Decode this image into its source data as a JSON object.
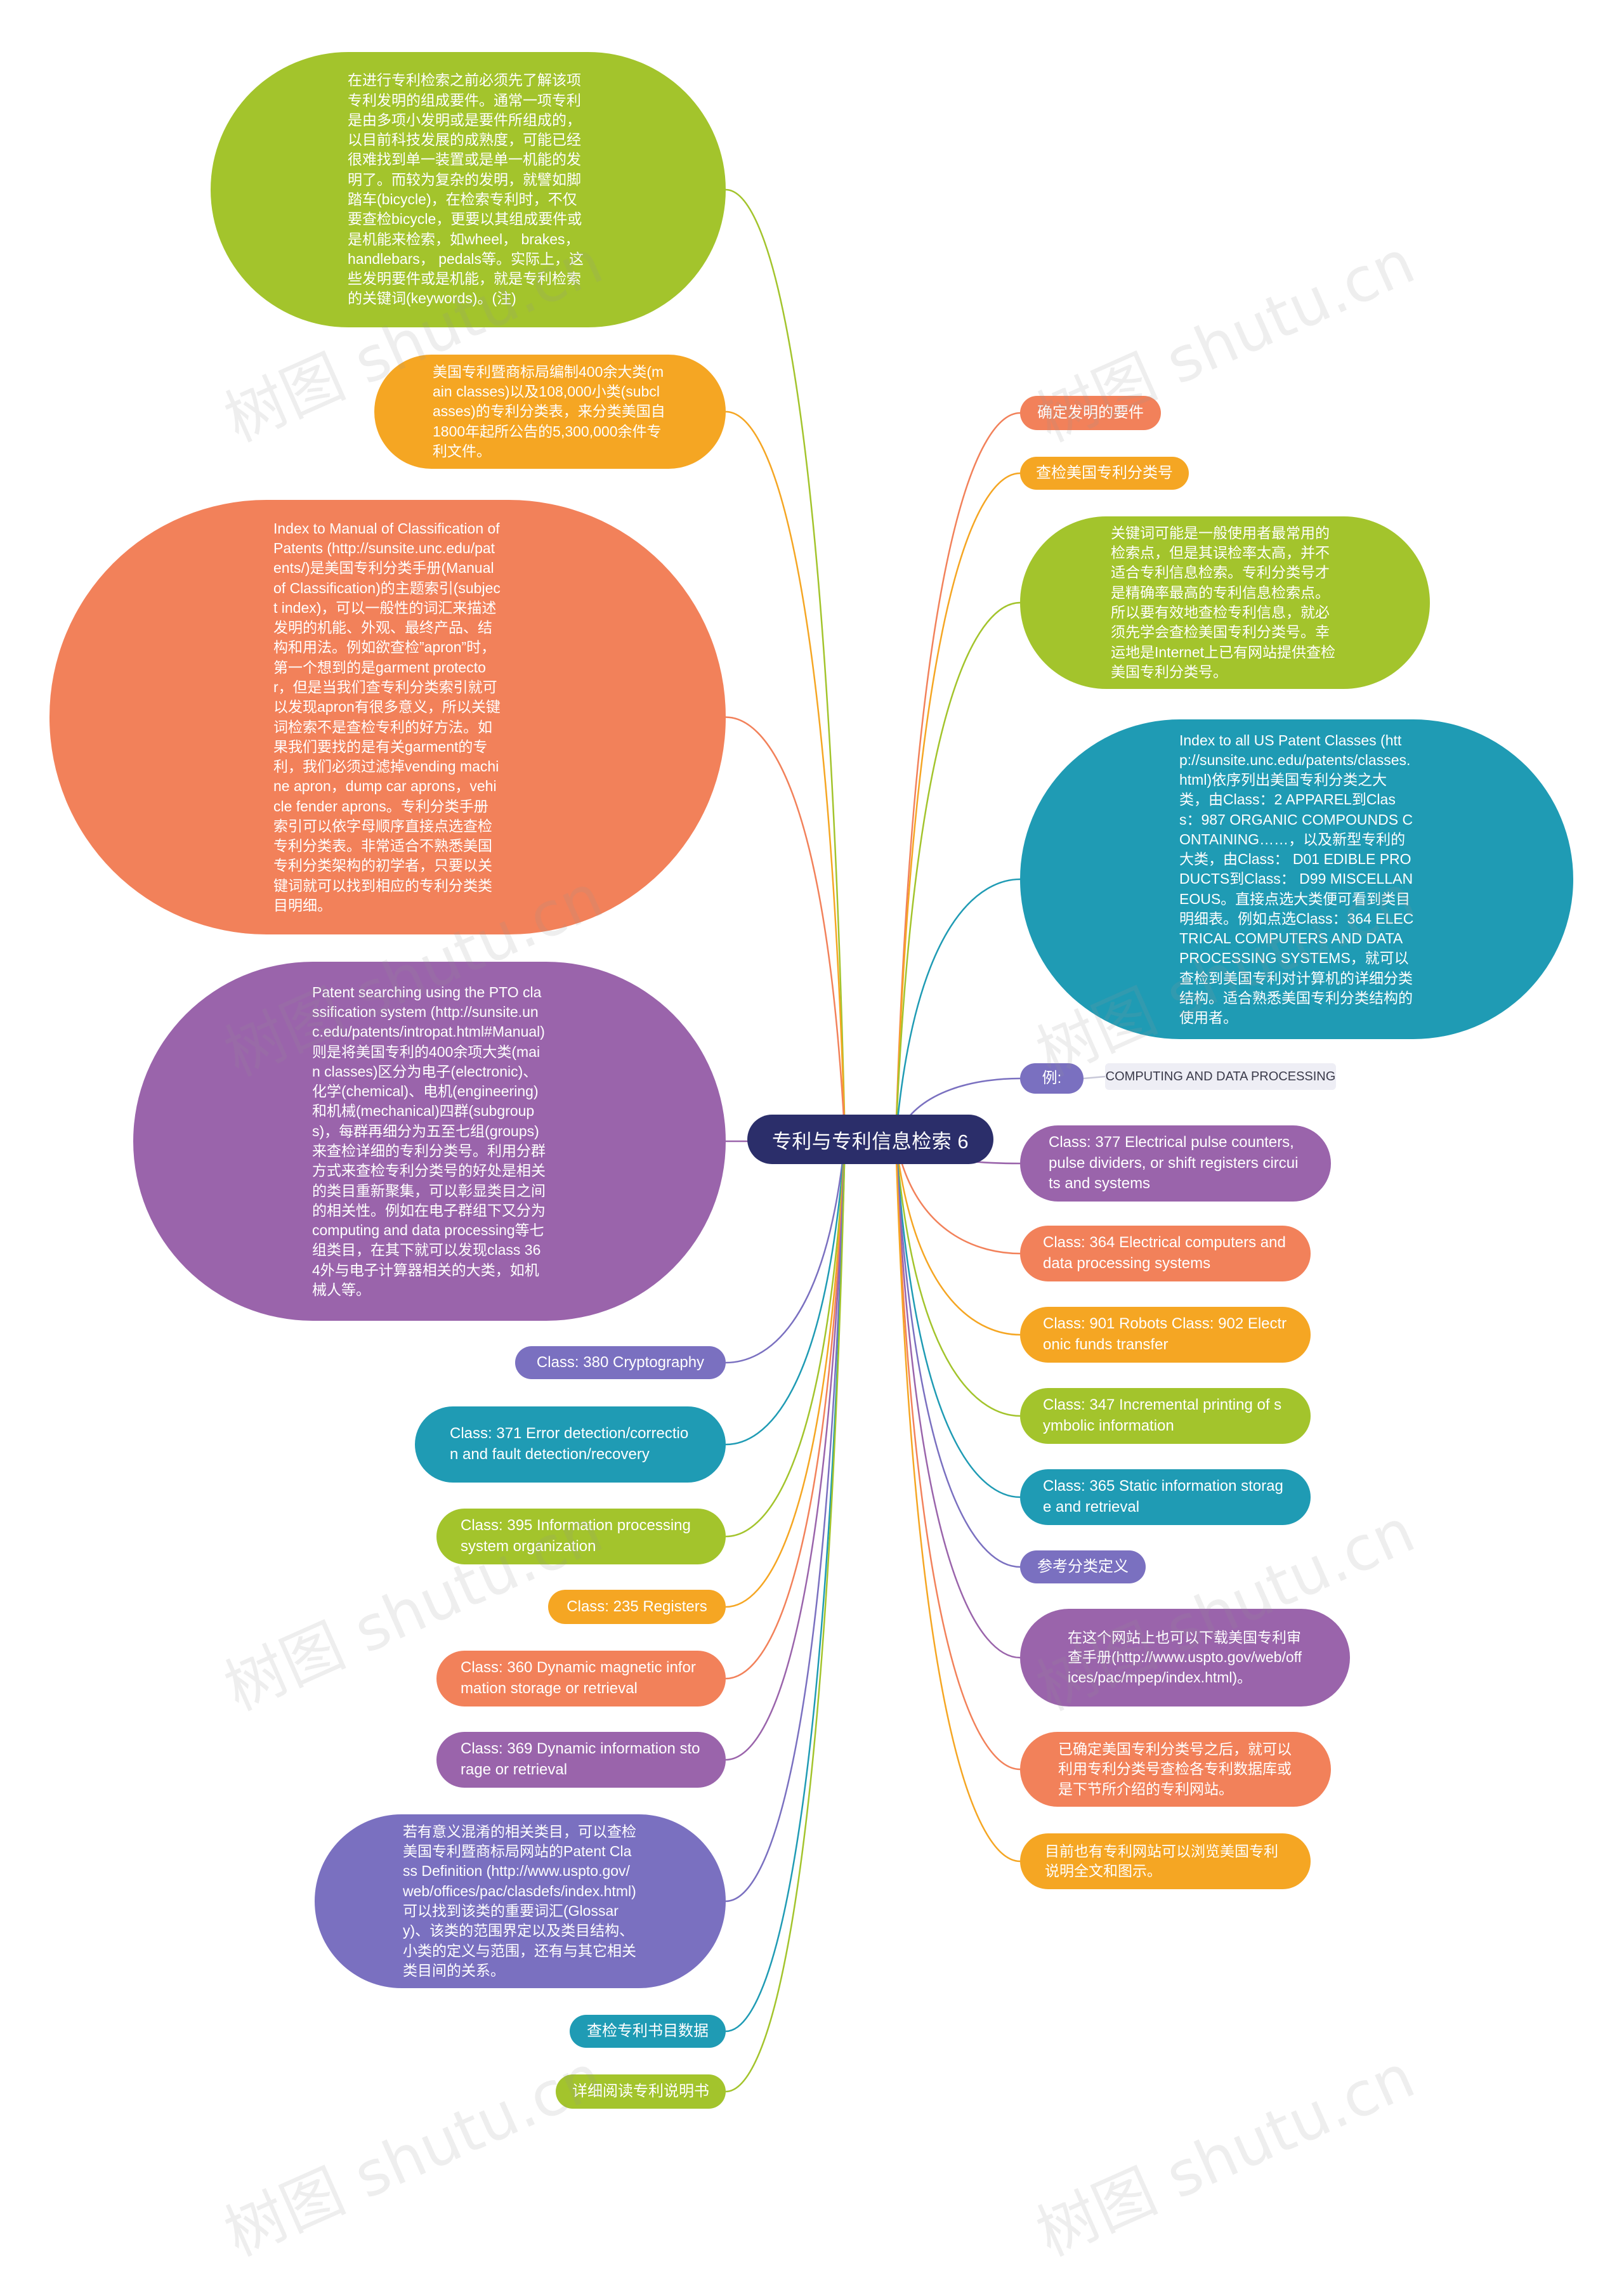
{
  "root": {
    "label": "专利与专利信息检索 6"
  },
  "colors": {
    "lime": "#a3c42c",
    "orange": "#f5a623",
    "coral": "#f2815a",
    "purple": "#9a64ab",
    "teal": "#1f9bb4",
    "violet": "#7a70c0",
    "root": "#2b2e6a"
  },
  "left_nodes": [
    {
      "text": "在进行专利检索之前必须先了解该项专利发明的组成要件。通常一项专利是由多项小发明或是要件所组成的，以目前科技发展的成熟度，可能已经很难找到单一装置或是单一机能的发明了。而较为复杂的发明，就譬如脚踏车(bicycle)，在检索专利时，不仅要查检bicycle，更要以其组成要件或是机能来检索，如wheel， brakes， handlebars， pedals等。实际上，这些发明要件或是机能，就是专利检索的关键词(keywords)。(注)",
      "color": "lime"
    },
    {
      "text": "美国专利暨商标局编制400余大类(main classes)以及108,000小类(subclasses)的专利分类表，来分类美国自1800年起所公告的5,300,000余件专利文件。",
      "color": "orange"
    },
    {
      "text": "Index to Manual of Classification of Patents (http://sunsite.unc.edu/patents/)是美国专利分类手册(Manual of Classification)的主题索引(subject index)，可以一般性的词汇来描述发明的机能、外观、最终产品、结构和用法。例如欲查检”apron”时，第一个想到的是garment protector，但是当我们查专利分类索引就可以发现apron有很多意义，所以关键词检索不是查检专利的好方法。如果我们要找的是有关garment的专利，我们必须过滤掉vending machine apron，dump car aprons，vehicle fender aprons。专利分类手册索引可以依字母顺序直接点选查检专利分类表。非常适合不熟悉美国专利分类架构的初学者，只要以关键词就可以找到相应的专利分类类目明细。",
      "color": "coral"
    },
    {
      "text": "Patent searching using the PTO classification system (http://sunsite.unc.edu/patents/intropat.html#Manual)则是将美国专利的400余项大类(main classes)区分为电子(electronic)、化学(chemical)、电机(engineering)和机械(mechanical)四群(subgroups)，每群再细分为五至七组(groups)来查检详细的专利分类号。利用分群方式来查检专利分类号的好处是相关的类目重新聚集，可以彰显类目之间的相关性。例如在电子群组下又分为computing and data processing等七组类目，在其下就可以发现class 364外与电子计算器相关的大类，如机械人等。",
      "color": "purple"
    },
    {
      "text": "Class: 380 Cryptography",
      "color": "violet"
    },
    {
      "text": "Class: 371 Error detection/correction and fault detection/recovery",
      "color": "teal"
    },
    {
      "text": "Class: 395 Information processing system organization",
      "color": "lime"
    },
    {
      "text": "Class: 235 Registers",
      "color": "orange"
    },
    {
      "text": "Class: 360 Dynamic magnetic information storage or retrieval",
      "color": "coral"
    },
    {
      "text": "Class: 369 Dynamic information storage or retrieval",
      "color": "purple"
    },
    {
      "text": "若有意义混淆的相关类目，可以查检美国专利暨商标局网站的Patent Class Definition (http://www.uspto.gov/web/offices/pac/clasdefs/index.html)可以找到该类的重要词汇(Glossary)、该类的范围界定以及类目结构、小类的定义与范围，还有与其它相关类目间的关系。",
      "color": "violet"
    },
    {
      "text": "查检专利书目数据",
      "color": "teal"
    },
    {
      "text": "详细阅读专利说明书",
      "color": "lime"
    }
  ],
  "right_nodes": [
    {
      "text": "确定发明的要件",
      "color": "coral"
    },
    {
      "text": "查检美国专利分类号",
      "color": "orange"
    },
    {
      "text": "关键词可能是一般使用者最常用的检索点，但是其误检率太高，并不适合专利信息检索。专利分类号才是精确率最高的专利信息检索点。所以要有效地查检专利信息，就必须先学会查检美国专利分类号。幸运地是Internet上已有网站提供查检美国专利分类号。",
      "color": "lime"
    },
    {
      "text": "Index to all US Patent Classes (http://sunsite.unc.edu/patents/classes.html)依序列出美国专利分类之大类，由Class：2 APPAREL到Class：987 ORGANIC COMPOUNDS CONTAINING……，以及新型专利的大类，由Class： D01 EDIBLE PRODUCTS到Class： D99 MISCELLANEOUS。直接点选大类便可看到类目明细表。例如点选Class：364 ELECTRICAL COMPUTERS AND DATA PROCESSING SYSTEMS，就可以查检到美国专利对计算机的详细分类结构。适合熟悉美国专利分类结构的使用者。",
      "color": "teal"
    },
    {
      "text": "例:",
      "color": "violet",
      "child": "COMPUTING AND DATA PROCESSING"
    },
    {
      "text": "Class: 377 Electrical pulse counters, pulse dividers, or shift registers circuits and systems",
      "color": "purple"
    },
    {
      "text": "Class: 364 Electrical computers and data processing systems",
      "color": "coral"
    },
    {
      "text": "Class: 901 Robots Class: 902 Electronic funds transfer",
      "color": "orange"
    },
    {
      "text": "Class: 347 Incremental printing of symbolic information",
      "color": "lime"
    },
    {
      "text": "Class: 365 Static information storage and retrieval",
      "color": "teal"
    },
    {
      "text": "参考分类定义",
      "color": "violet"
    },
    {
      "text": "在这个网站上也可以下载美国专利审查手册(http://www.uspto.gov/web/offices/pac/mpep/index.html)。",
      "color": "purple"
    },
    {
      "text": "已确定美国专利分类号之后，就可以利用专利分类号查检各专利数据库或是下节所介绍的专利网站。",
      "color": "coral"
    },
    {
      "text": "目前也有专利网站可以浏览美国专利说明全文和图示。",
      "color": "orange"
    }
  ],
  "watermark": "树图 shutu.cn"
}
